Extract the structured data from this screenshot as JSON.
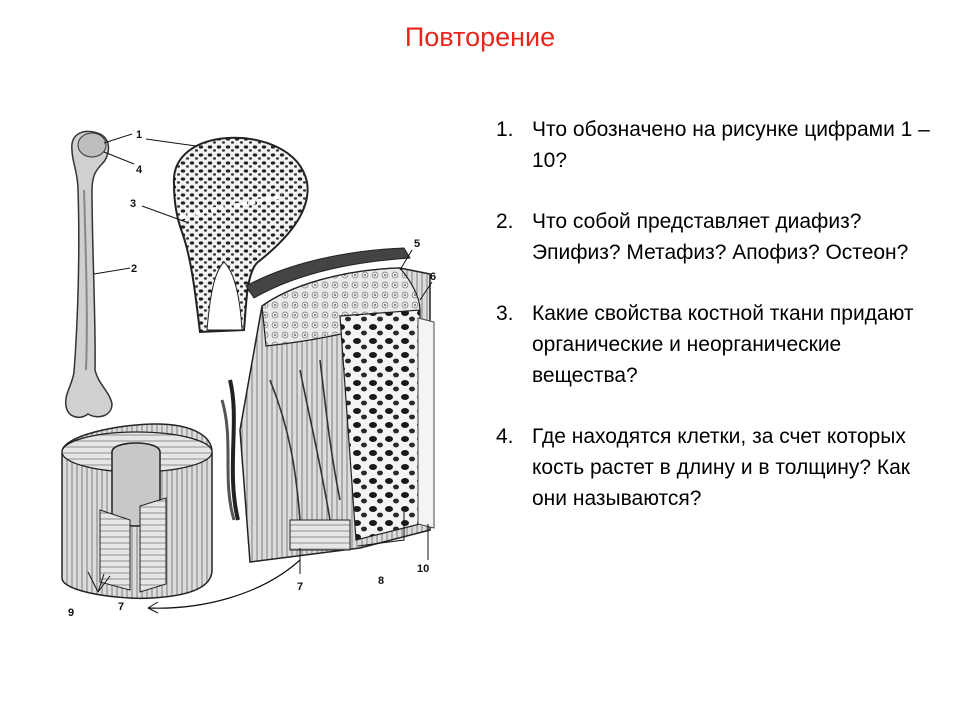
{
  "slide": {
    "title": "Повторение",
    "accent_color": "#e8261c",
    "questions": [
      {
        "num": "1.",
        "text": "Что обозначено на рисунке цифрами 1 – 10?"
      },
      {
        "num": "2.",
        "text": "Что собой представляет диафиз? Эпифиз? Метафиз? Апофиз? Остеон?"
      },
      {
        "num": "3.",
        "text": "Какие свойства костной ткани придают органические и неорганические вещества?"
      },
      {
        "num": "4.",
        "text": "Где находятся клетки, за счет которых кость растет в длину и в толщину? Как они называются?"
      }
    ]
  },
  "figure": {
    "labels": {
      "l1": "1",
      "l2": "2",
      "l3": "3",
      "l4": "4",
      "l5": "5",
      "l6": "6",
      "l7a": "7",
      "l7b": "7",
      "l8": "8",
      "l9": "9",
      "l10": "10"
    }
  }
}
